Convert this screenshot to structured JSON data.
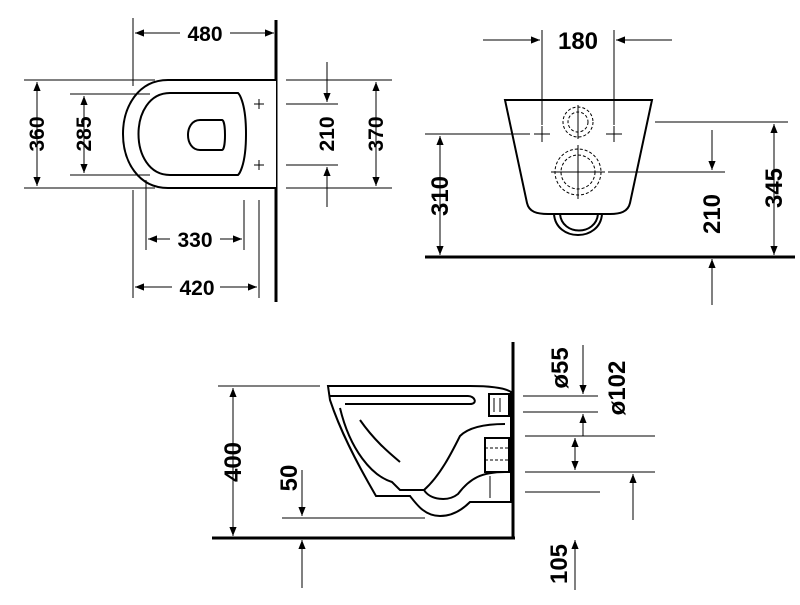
{
  "top_view": {
    "width_total": "480",
    "depth_360": "360",
    "depth_285": "285",
    "depth_210": "210",
    "depth_370": "370",
    "width_330": "330",
    "width_420": "420"
  },
  "front_view": {
    "width_180": "180",
    "height_310": "310",
    "height_210": "210",
    "height_345": "345"
  },
  "side_view": {
    "height_400": "400",
    "height_50": "50",
    "diam_55": "ø55",
    "diam_102": "ø102",
    "height_105": "105"
  }
}
